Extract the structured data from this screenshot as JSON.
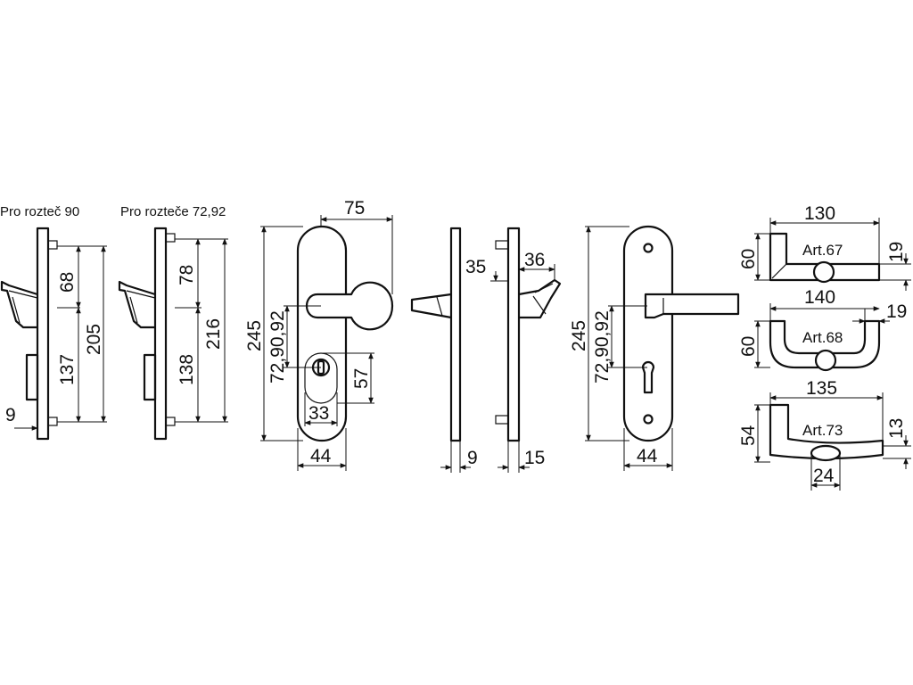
{
  "colors": {
    "line": "#111111",
    "background": "#ffffff"
  },
  "captions": {
    "spacing_90": "Pro rozteč 90",
    "spacing_72_92": "Pro rozteče 72,92"
  },
  "backplate_90": {
    "d_68": "68",
    "d_137": "137",
    "d_205": "205",
    "d_9": "9"
  },
  "backplate_72": {
    "d_78": "78",
    "d_138": "138",
    "d_216": "216"
  },
  "knob_plate": {
    "d_75": "75",
    "d_245": "245",
    "d_spacing": "72,90,92",
    "d_57": "57",
    "d_33": "33",
    "d_44": "44"
  },
  "side_knob": {
    "d_9": "9"
  },
  "side_lever": {
    "d_35": "35",
    "d_36": "36",
    "d_15": "15"
  },
  "lever_plate": {
    "d_245": "245",
    "d_spacing": "72,90,92",
    "d_44": "44"
  },
  "art67": {
    "label": "Art.67",
    "d_130": "130",
    "d_60": "60",
    "d_19": "19"
  },
  "art68": {
    "label": "Art.68",
    "d_140": "140",
    "d_60": "60",
    "d_19": "19"
  },
  "art73": {
    "label": "Art.73",
    "d_135": "135",
    "d_54": "54",
    "d_13": "13",
    "d_24": "24"
  }
}
